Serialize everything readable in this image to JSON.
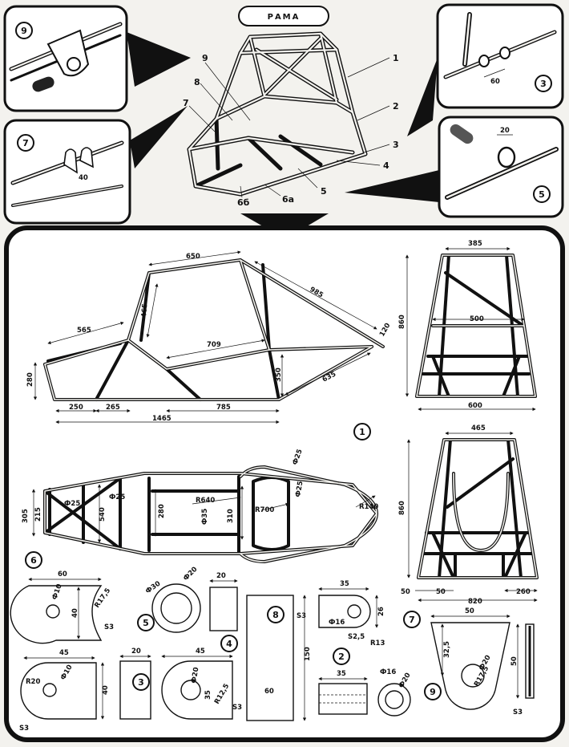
{
  "title": "РАМА",
  "callouts": [
    "1",
    "2",
    "3",
    "4",
    "5",
    "6б",
    "6а",
    "7",
    "8",
    "9"
  ],
  "inset_labels": {
    "top_left": "9",
    "mid_left": "7",
    "top_right": "3",
    "mid_right": "5"
  },
  "inset_dims": {
    "mid_left": "40",
    "top_right": "60",
    "mid_right": "20"
  },
  "main_label": "1",
  "side_dims": {
    "top": "650",
    "front_top": "565",
    "diag": "985",
    "mid_vert": "465",
    "inner": "709",
    "height": "280",
    "seg1": "250",
    "seg2": "265",
    "bottom": "785",
    "total": "1465",
    "rear_vert": "350",
    "rear_diag": "635",
    "tube_end": "120"
  },
  "rear_dims": {
    "top": "385",
    "height": "860",
    "mid": "500",
    "bottom": "600"
  },
  "front_dims": {
    "top": "465",
    "height": "860",
    "b1": "50",
    "b2": "50",
    "b3": "820",
    "b4": "260"
  },
  "plan_dims": {
    "width": "305",
    "h2": "215",
    "d1": "Ф25",
    "d2": "Ф25",
    "w540": "540",
    "w280": "280",
    "r640": "R640",
    "d35": "Ф35",
    "w310": "310",
    "r700": "R700",
    "d25c": "Ф25",
    "d25r": "Ф25",
    "r140": "R140"
  },
  "parts": {
    "p6": {
      "label": "6",
      "w": "60",
      "d": "Ф10",
      "h": "40",
      "r": "R17,5",
      "t": "S3"
    },
    "p6b": {
      "w": "45",
      "r": "R20",
      "d": "Ф10",
      "h": "40",
      "t": "S3"
    },
    "p5": {
      "label": "5",
      "d1": "Ф30",
      "d2": "Ф20",
      "w": "20"
    },
    "p3": {
      "label": "3",
      "w": "20"
    },
    "p4": {
      "label": "4",
      "w": "45",
      "d": "Ф20",
      "h": "35",
      "r": "R12,5",
      "t": "S3"
    },
    "p8": {
      "label": "8",
      "t": "S3",
      "h": "150",
      "w": "60"
    },
    "p2a": {
      "w": "35",
      "h": "26",
      "d": "Ф16",
      "t": "S2,5",
      "r": "R13"
    },
    "p2": {
      "label": "2",
      "w": "35",
      "d1": "Ф16",
      "d2": "Ф20"
    },
    "p7": {
      "label": "7"
    },
    "p9": {
      "label": "9",
      "w": "50",
      "h": "32,5",
      "d": "Ф20",
      "r": "R17,5",
      "side": "50",
      "t": "S3"
    }
  }
}
